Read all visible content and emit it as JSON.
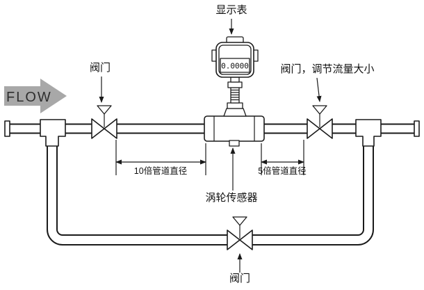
{
  "labels": {
    "display_meter": "显示表",
    "valve_left": "阀门",
    "valve_right": "阀门，调节流量大小",
    "turbine_sensor": "涡轮传感器",
    "valve_bottom": "阀门",
    "flow": "FLOW",
    "dim_upstream": "10倍管道直径",
    "dim_downstream": "5倍管道直径",
    "display_reading": "0.0000"
  },
  "colors": {
    "line": "#1a1a1a",
    "flow_arrow_fill": "#a8a8a8",
    "background": "#ffffff"
  }
}
